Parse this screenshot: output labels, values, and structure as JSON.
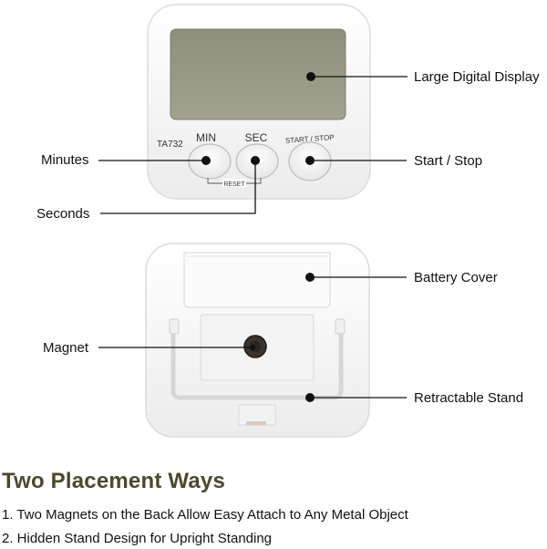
{
  "labels": {
    "display": "Large Digital Display",
    "minutes": "Minutes",
    "start_stop": "Start / Stop",
    "seconds": "Seconds",
    "battery_cover": "Battery Cover",
    "magnet": "Magnet",
    "stand": "Retractable Stand"
  },
  "device": {
    "model": "TA732",
    "min_button": "MIN",
    "sec_button": "SEC",
    "start_stop_button": "START / STOP",
    "reset": "RESET"
  },
  "section": {
    "title": "Two Placement Ways",
    "features": [
      "1. Two Magnets on the Back Allow Easy Attach to Any Metal Object",
      "2. Hidden Stand Design for Upright Standing"
    ]
  },
  "colors": {
    "device_body": "#f7f7f7",
    "display": "#9a9a86",
    "heading": "#4a4a2c"
  }
}
